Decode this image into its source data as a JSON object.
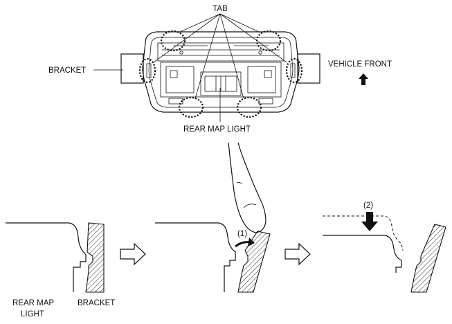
{
  "labels": {
    "tab": "TAB",
    "bracket_top": "BRACKET",
    "vehicle_front": "VEHICLE FRONT",
    "rear_map_light_top": "REAR MAP LIGHT",
    "rear_map_light_bottom_line1": "REAR MAP",
    "rear_map_light_bottom_line2": "LIGHT",
    "bracket_bottom": "BRACKET",
    "step1": "(1)",
    "step2": "(2)"
  },
  "colors": {
    "ink": "#111111",
    "background": "#ffffff"
  },
  "icons": {
    "front_arrow": "up-arrow-icon",
    "flow_arrow": "right-hollow-arrow-icon",
    "press_arrow": "down-arrow-icon"
  }
}
